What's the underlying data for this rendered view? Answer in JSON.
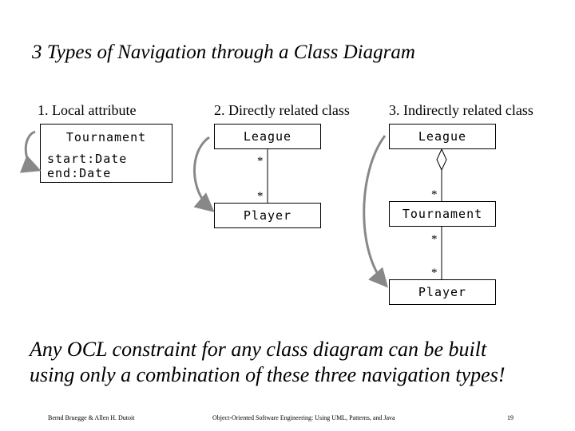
{
  "title": "3 Types of Navigation through a Class Diagram",
  "columns": [
    {
      "label": "1. Local attribute"
    },
    {
      "label": "2. Directly related class"
    },
    {
      "label": "3. Indirectly related class"
    }
  ],
  "classes": {
    "local_name": "Tournament",
    "local_attributes": [
      "start:Date",
      "end:Date"
    ],
    "direct_source": "League",
    "direct_target": "Player",
    "indirect_source": "League",
    "indirect_middle": "Tournament",
    "indirect_target": "Player"
  },
  "multiplicity": "*",
  "statement": {
    "line1": "Any OCL constraint for any class diagram can be built",
    "line2": "using only a combination of these three navigation types!"
  },
  "footer": {
    "authors": "Bernd Bruegge & Allen H. Dutoit",
    "book": "Object-Oriented Software Engineering: Using UML, Patterns, and Java",
    "page": "19"
  }
}
